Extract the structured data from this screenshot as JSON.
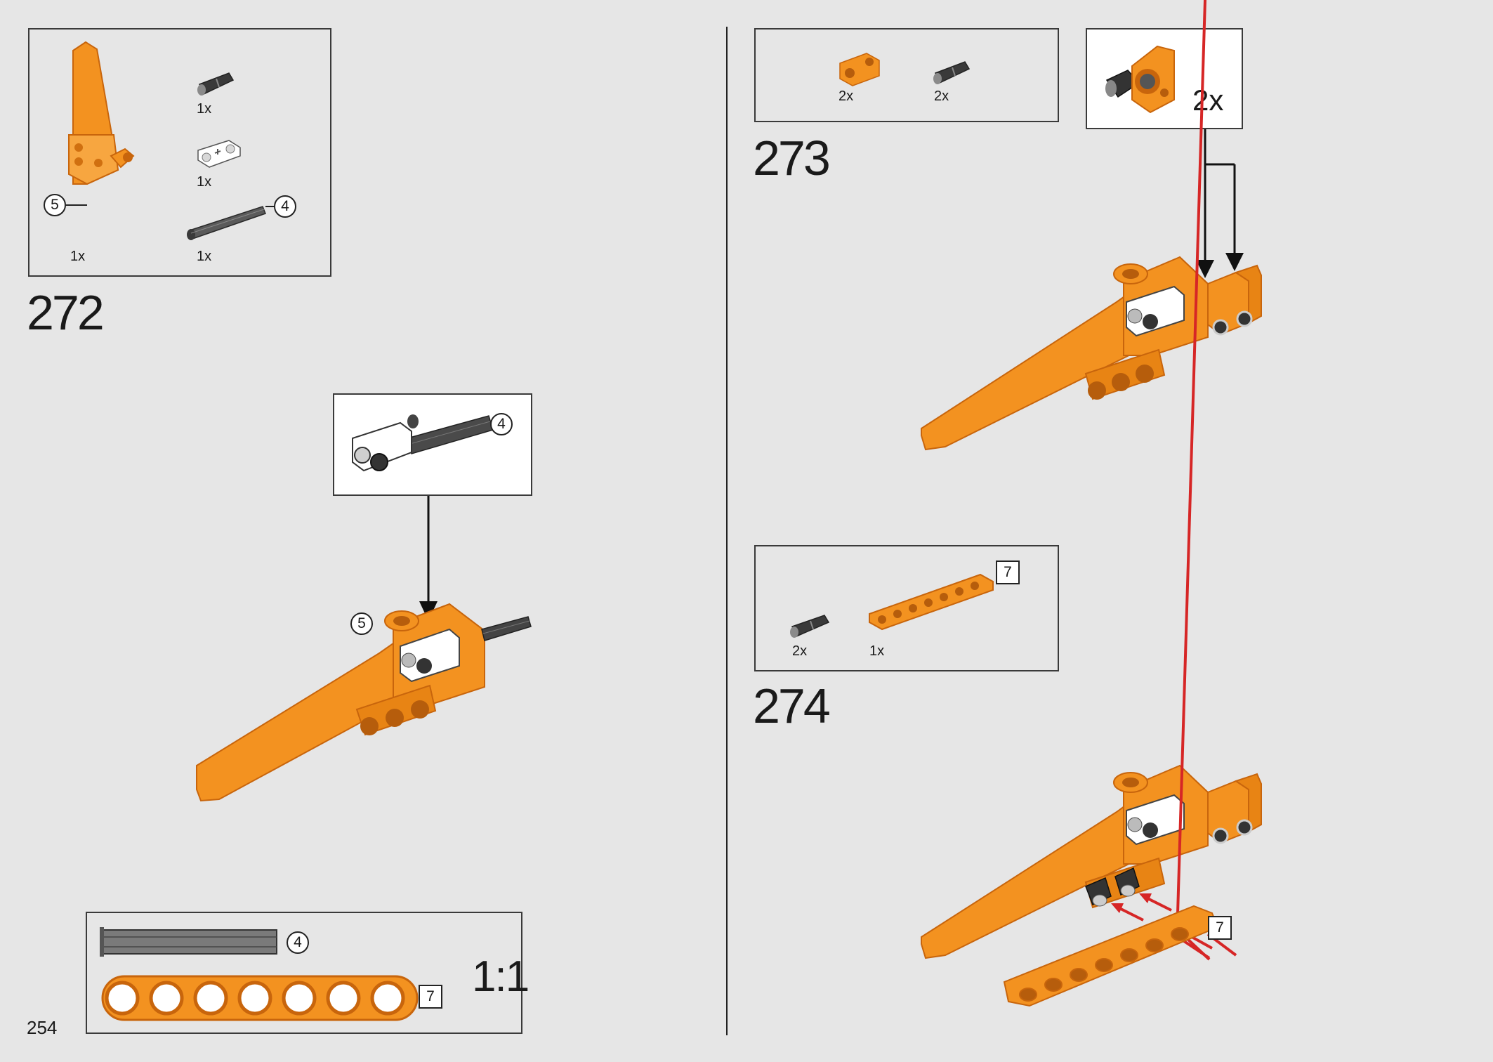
{
  "page": {
    "number": "254"
  },
  "steps": [
    {
      "number": "272",
      "parts": [
        {
          "icon": "orange-panel-icon",
          "qty": "1x",
          "callout": "5"
        },
        {
          "icon": "black-pin-icon",
          "qty": "1x"
        },
        {
          "icon": "white-connector-icon",
          "qty": "1x"
        },
        {
          "icon": "gray-axle-icon",
          "qty": "1x",
          "callout": "4"
        }
      ],
      "subassembly": {
        "icon": "axle-connector-subassembly-icon",
        "callout": "4"
      },
      "assembly_callout": "5"
    },
    {
      "number": "273",
      "parts": [
        {
          "icon": "orange-pin-connector-icon",
          "qty": "2x"
        },
        {
          "icon": "black-pin-icon",
          "qty": "2x"
        }
      ],
      "subassembly": {
        "icon": "pin-connector-subassembly-icon",
        "multiplier": "2x"
      }
    },
    {
      "number": "274",
      "parts": [
        {
          "icon": "black-pin-icon",
          "qty": "2x"
        },
        {
          "icon": "orange-beam-icon",
          "qty": "1x",
          "label": "7"
        }
      ],
      "assembly_label": "7"
    }
  ],
  "scale_box": {
    "title": "1:1",
    "axle_callout": "4",
    "beam_label": "7"
  },
  "colors": {
    "orange": "#f39220",
    "dark_orange": "#c8650c",
    "background": "#e6e6e6",
    "frame": "#3a3a3a"
  }
}
